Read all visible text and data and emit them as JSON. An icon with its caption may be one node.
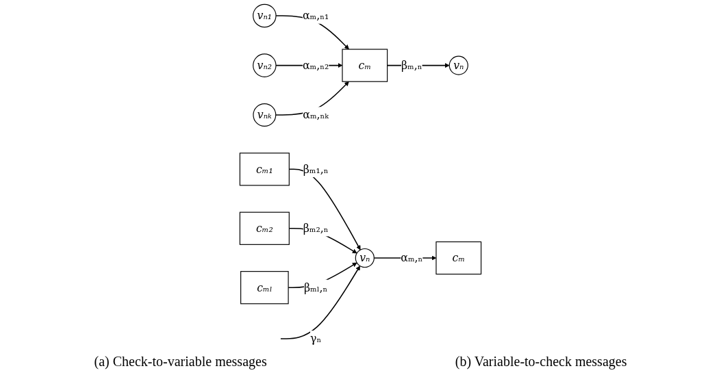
{
  "diagram": {
    "nodes": [
      {
        "text": [
          "vₙ₁"
        ]
      },
      {
        "text": [
          "vₙ₂"
        ]
      },
      {
        "text": [
          "vₙₖ"
        ]
      },
      {
        "text": [
          "cₘ"
        ]
      },
      {
        "text": [
          "vₙ"
        ]
      },
      {
        "text": [
          "cₘ₁"
        ]
      },
      {
        "text": [
          "cₘ₂"
        ]
      },
      {
        "text": [
          "cₘₗ"
        ]
      },
      {
        "text": [
          "vₙ"
        ]
      },
      {
        "text": [
          "cₘ"
        ]
      }
    ],
    "edges": [
      {
        "from": 0,
        "to": 3,
        "arrow": "to",
        "label": "αₘ,ₙ₁"
      },
      {
        "from": 1,
        "to": 3,
        "arrow": "to",
        "label": "αₘ,ₙ₂"
      },
      {
        "from": 2,
        "to": 3,
        "arrow": "to",
        "label": "αₘ,ₙₖ"
      },
      {
        "from": 3,
        "to": 4,
        "arrow": "to",
        "label": "βₘ,ₙ"
      },
      {
        "from": 5,
        "to": 8,
        "arrow": "to",
        "label": "βₘ₁,ₙ"
      },
      {
        "from": 6,
        "to": 8,
        "arrow": "to",
        "label": "βₘ₂,ₙ"
      },
      {
        "from": 7,
        "to": 8,
        "arrow": "to",
        "label": "βₘₗ,ₙ"
      },
      {
        "from": 8,
        "to": 9,
        "arrow": "to",
        "label": "αₘ,ₙ"
      },
      {
        "from": null,
        "to": 8,
        "arrow": "to",
        "label": "γₙ"
      }
    ],
    "labels": [
      "(a) Check-to-variable messages",
      "(b) Variable-to-check messages"
    ]
  }
}
